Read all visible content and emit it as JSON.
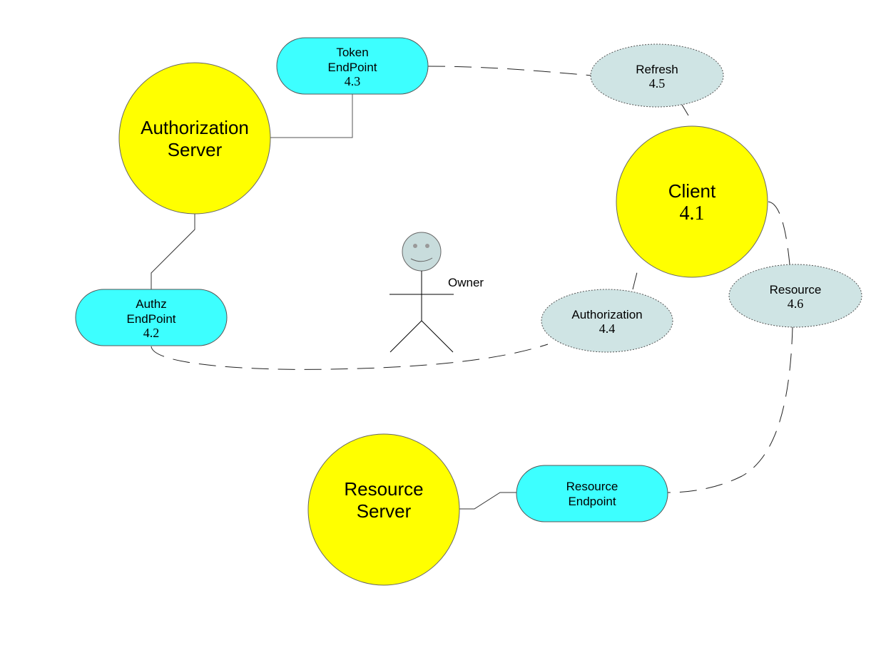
{
  "colors": {
    "server_fill": "#ffff00",
    "endpoint_fill": "#3dffff",
    "message_fill": "#cfe4e4",
    "owner_head_fill": "#c8dcdc",
    "stroke": "#333333"
  },
  "servers": {
    "authorization": {
      "line1": "Authorization",
      "line2": "Server"
    },
    "resource": {
      "line1": "Resource",
      "line2": "Server"
    },
    "client": {
      "line1": "Client",
      "line2": "4.1"
    }
  },
  "endpoints": {
    "token": {
      "line1": "Token",
      "line2": "EndPoint",
      "line3": "4.3"
    },
    "authz": {
      "line1": "Authz",
      "line2": "EndPoint",
      "line3": "4.2"
    },
    "resource": {
      "line1": "Resource",
      "line2": "Endpoint"
    }
  },
  "messages": {
    "refresh": {
      "line1": "Refresh",
      "line2": "4.5"
    },
    "authorization": {
      "line1": "Authorization",
      "line2": "4.4"
    },
    "resource": {
      "line1": "Resource",
      "line2": "4.6"
    }
  },
  "owner": {
    "label": "Owner"
  }
}
